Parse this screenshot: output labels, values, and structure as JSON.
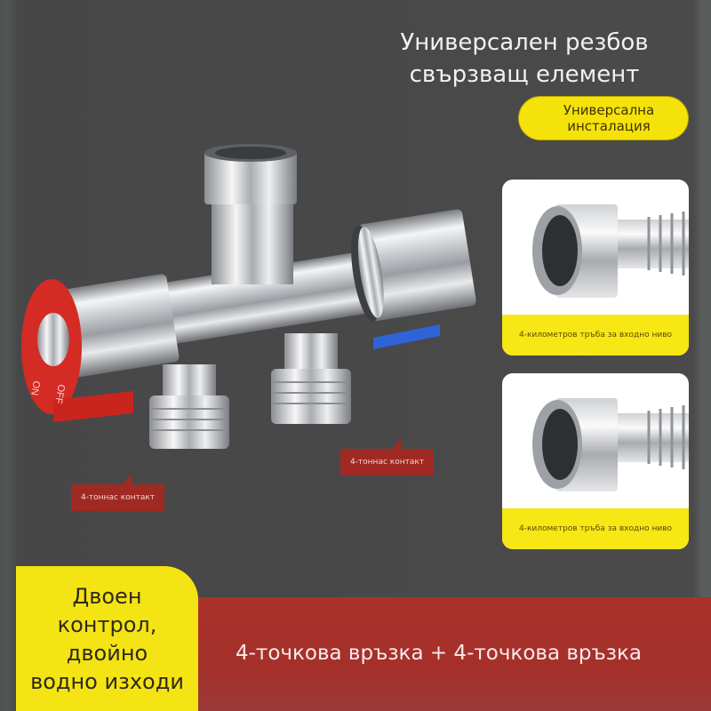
{
  "header": {
    "title_line1": "Универсален резбов",
    "title_line2": "свързващ елемент"
  },
  "badge": {
    "line1": "Универсална",
    "line2": "инсталация",
    "color": "#f4e20a"
  },
  "cards": [
    {
      "caption": "4-километров тръба за входно ниво"
    },
    {
      "caption": "4-километров тръба за входно ниво"
    }
  ],
  "valve": {
    "handle_label_on": "ON",
    "handle_label_off": "OFF",
    "handle_color": "#d42b25",
    "accent_blue": "#2f63d8"
  },
  "callouts": [
    {
      "label": "4-тоннас контакт"
    },
    {
      "label": "4-тоннас контакт"
    }
  ],
  "footer": {
    "feature_line1": "Двоен",
    "feature_line2": "контрол,",
    "feature_line3": "двойно",
    "feature_line4": "водно изходи",
    "banner_text": "4-точкова връзка + 4-точкова връзка",
    "banner_color": "#a93229",
    "feature_color": "#f5e414"
  }
}
